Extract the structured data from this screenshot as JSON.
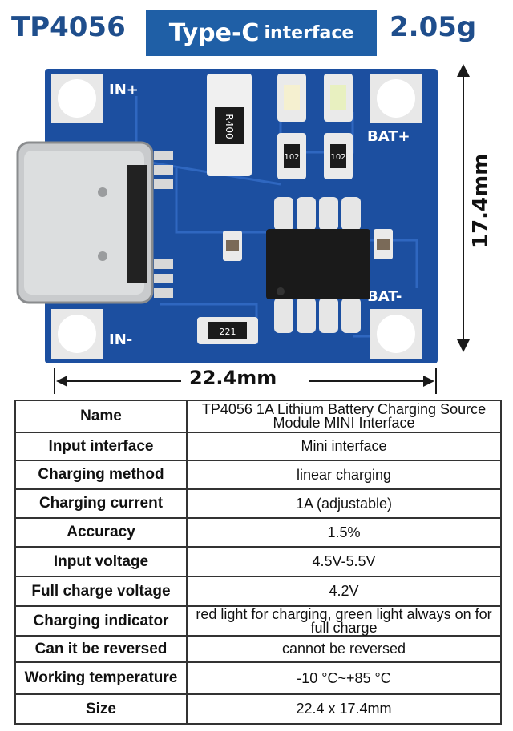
{
  "header": {
    "model": "TP4056",
    "banner_main": "Type-C",
    "banner_sub": "interface",
    "weight": "2.05g"
  },
  "board": {
    "silkscreen": {
      "in_plus": "IN+",
      "in_minus": "IN-",
      "bat_plus": "BAT+",
      "bat_minus": "BAT-",
      "r1": "R400",
      "r2": "102",
      "r3": "102",
      "r4": "221"
    },
    "pcb_color": "#1c4fa0",
    "chip_color": "#1a1a1a"
  },
  "dimensions": {
    "width": "22.4mm",
    "height": "17.4mm"
  },
  "spec_table": {
    "rows": [
      {
        "key": "Name",
        "value": "TP4056 1A Lithium Battery Charging Source Module MINI Interface"
      },
      {
        "key": "Input interface",
        "value": "Mini interface"
      },
      {
        "key": "Charging method",
        "value": "linear charging"
      },
      {
        "key": "Charging current",
        "value": "1A (adjustable)"
      },
      {
        "key": "Accuracy",
        "value": "1.5%"
      },
      {
        "key": "Input voltage",
        "value": "4.5V-5.5V"
      },
      {
        "key": "Full charge voltage",
        "value": "4.2V"
      },
      {
        "key": "Charging indicator",
        "value": "red light for charging, green light always on for full charge"
      },
      {
        "key": "Can it be reversed",
        "value": "cannot be reversed"
      },
      {
        "key": "Working temperature",
        "value": "-10 °C~+85 °C"
      },
      {
        "key": "Size",
        "value": "22.4 x 17.4mm"
      }
    ]
  }
}
